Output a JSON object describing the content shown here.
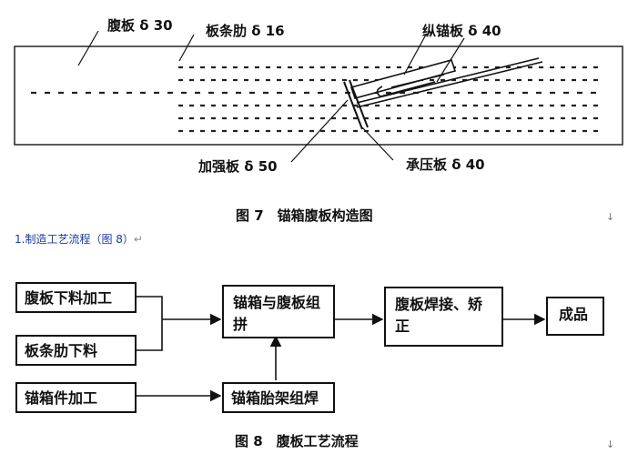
{
  "fig7": {
    "labels": {
      "web": "腹板 δ 30",
      "rib": "板条肋 δ 16",
      "anchor_plate": "纵锚板 δ 40",
      "stiffener": "加强板 δ 50",
      "bearing_plate": "承压板 δ 40"
    },
    "caption": "图 7　锚箱腹板构造图"
  },
  "section_heading": "1.制造工艺流程（图 8）",
  "fig8": {
    "boxes": {
      "web_blank": "腹板下料加工",
      "rib_blank": "板条肋下料",
      "anchor_parts": "锚箱件加工",
      "assemble": "锚箱与腹板组拼",
      "jig": "锚箱胎架组焊",
      "weld": "腹板焊接、矫正",
      "product": "成品"
    },
    "caption": "图 8　腹板工艺流程"
  },
  "marks": {
    "return_mark": "↓",
    "para_mark": "↵"
  }
}
